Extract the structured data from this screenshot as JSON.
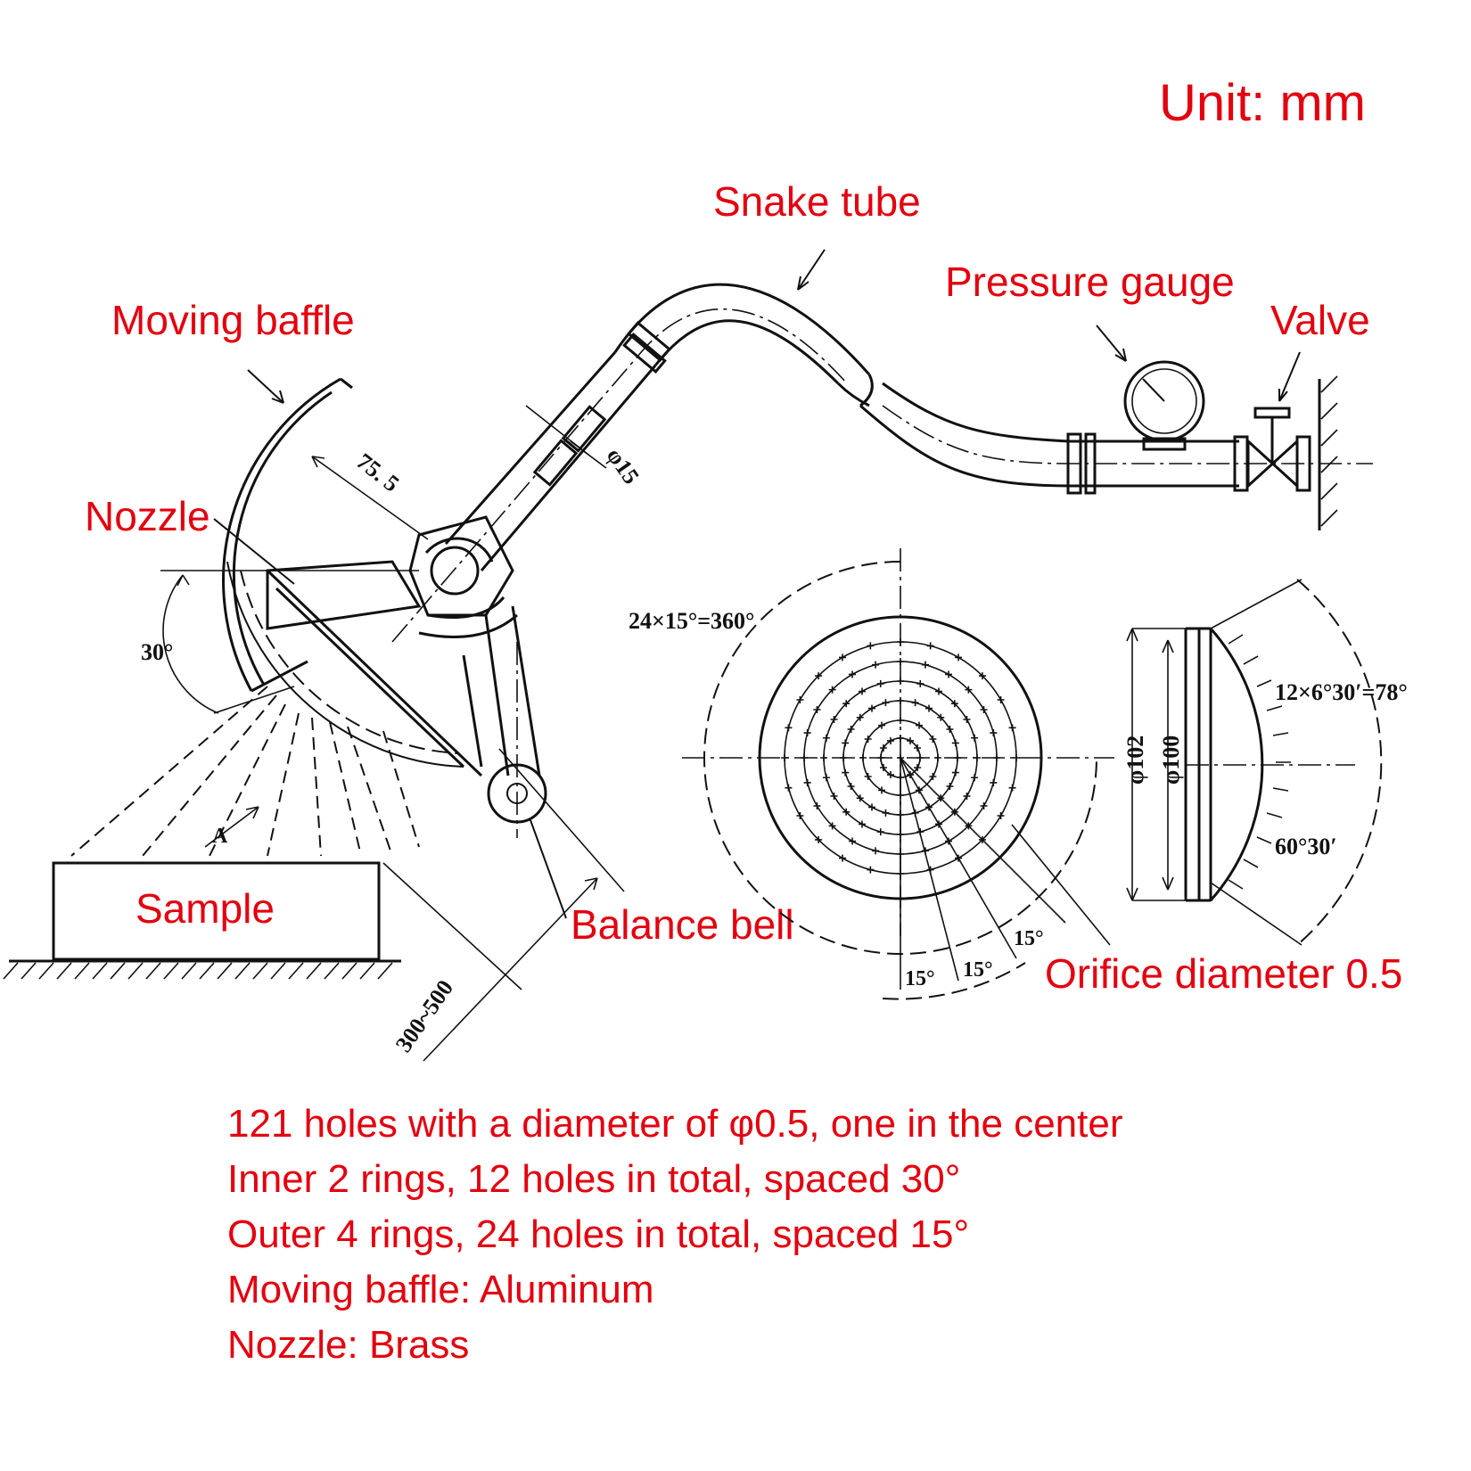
{
  "unit_label": "Unit: mm",
  "callouts": {
    "snake_tube": "Snake tube",
    "pressure_gauge": "Pressure gauge",
    "valve": "Valve",
    "moving_baffle": "Moving baffle",
    "nozzle": "Nozzle",
    "sample": "Sample",
    "balance_bell": "Balance bell",
    "orifice": "Orifice diameter 0.5"
  },
  "dimensions": {
    "radius": "75. 5",
    "pipe_dia": "φ15",
    "angle_30": "30°",
    "distance": "300~500",
    "holes_360": "24×15°=360°",
    "dia_102": "φ102",
    "dia_100": "φ100",
    "arc_78": "12×6°30′=78°",
    "angle_6030": "60°30′",
    "ang_15_a": "15°",
    "ang_15_b": "15°",
    "ang_15_c": "15°",
    "section_mark": "A"
  },
  "notes": [
    "121 holes with a diameter of φ0.5, one in the center",
    "Inner 2 rings, 12 holes in total, spaced 30°",
    "Outer 4 rings, 24 holes in total, spaced 15°",
    "Moving baffle: Aluminum",
    "Nozzle: Brass"
  ]
}
